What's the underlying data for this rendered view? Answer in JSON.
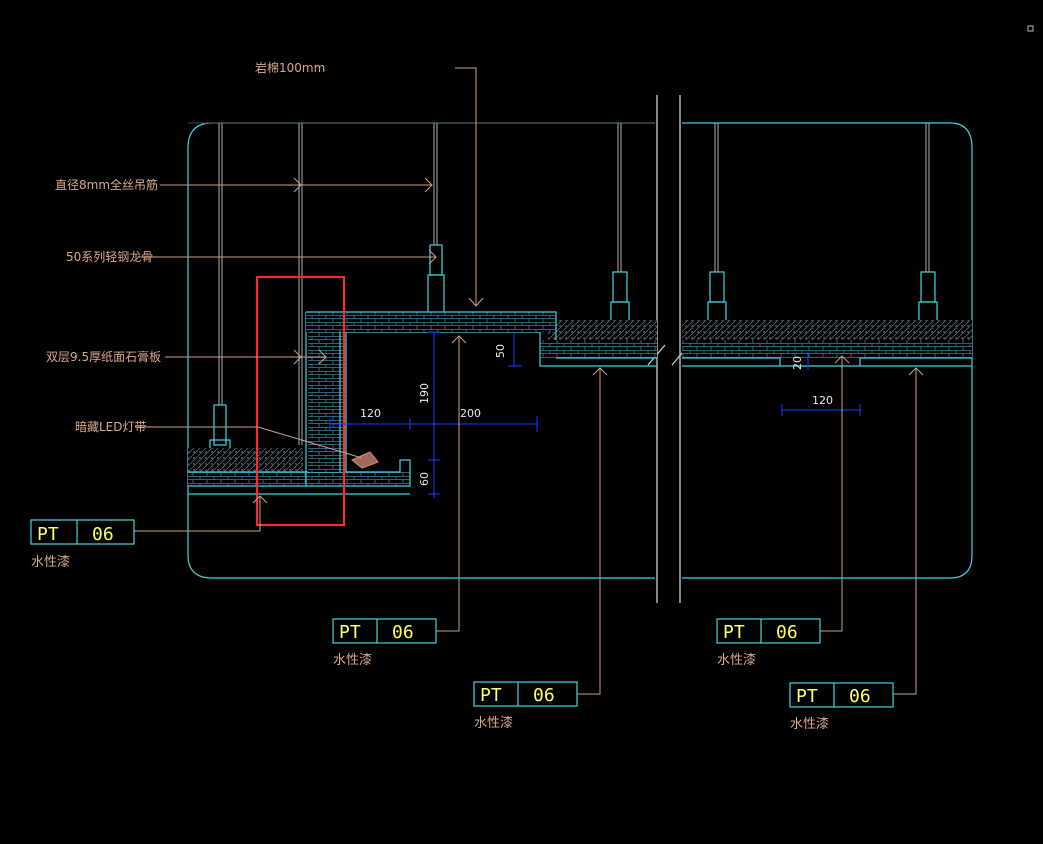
{
  "labels": {
    "rock_wool": "岩棉100mm",
    "hanger_rod": "直径8mm全丝吊筋",
    "light_steel_keel": "50系列轻钢龙骨",
    "gypsum_board": "双层9.5厚纸面石膏板",
    "led_strip": "暗藏LED灯带"
  },
  "dimensions": {
    "d120_left": "120",
    "d190": "190",
    "d200": "200",
    "d60": "60",
    "d50": "50",
    "d20": "20",
    "d120_right": "120"
  },
  "tags": [
    {
      "code": "PT",
      "num": "06",
      "desc": "水性漆"
    },
    {
      "code": "PT",
      "num": "06",
      "desc": "水性漆"
    },
    {
      "code": "PT",
      "num": "06",
      "desc": "水性漆"
    },
    {
      "code": "PT",
      "num": "06",
      "desc": "水性漆"
    },
    {
      "code": "PT",
      "num": "06",
      "desc": "水性漆"
    }
  ],
  "colors": {
    "background": "#000000",
    "outline": "#3fd4e0",
    "leader": "#c8a08a",
    "tag_text": "#ffff66",
    "highlight": "#ff2a2a",
    "dimension": "#1a3aff"
  }
}
